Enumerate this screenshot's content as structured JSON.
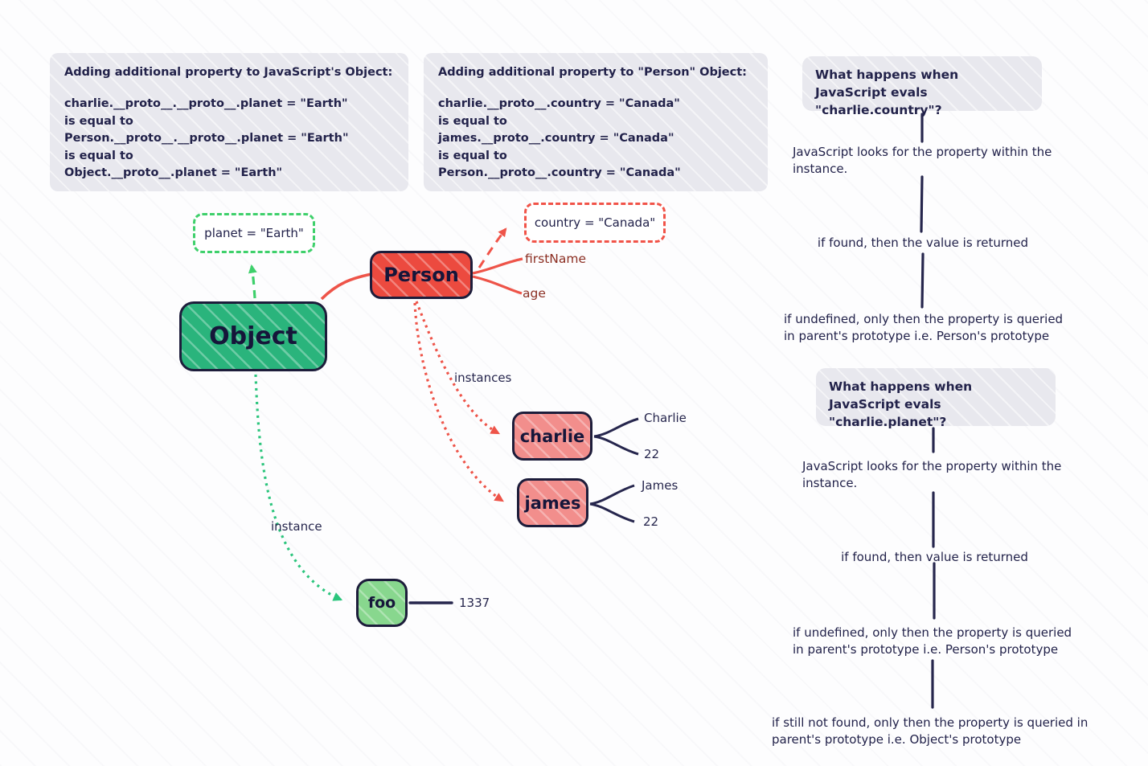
{
  "colors": {
    "navy": "#22224a",
    "note_background": "#e8e8ee",
    "object_green": "#2ab47c",
    "foo_green": "#88d78e",
    "person_red": "#ec4a3f",
    "instance_pink": "#f28e8c",
    "dashed_green": "#3ed06b",
    "dotted_green": "#2cc57d",
    "accent_red": "#ee5449",
    "maroon_label": "#8b2e22"
  },
  "notes": [
    {
      "title": "Adding additional property to JavaScript's Object:",
      "lines": [
        "charlie.__proto__.__proto__.planet = \"Earth\"",
        "is equal to",
        "Person.__proto__.__proto__.planet = \"Earth\"",
        "is equal to",
        "Object.__proto__.planet = \"Earth\""
      ]
    },
    {
      "title": "Adding additional property to \"Person\" Object:",
      "lines": [
        "charlie.__proto__.country = \"Canada\"",
        "is equal to",
        "james.__proto__.country = \"Canada\"",
        "is equal to",
        "Person.__proto__.country = \"Canada\""
      ]
    }
  ],
  "flows": [
    {
      "question": "What happens when JavaScript evals \"charlie.country\"?",
      "steps": [
        "JavaScript looks for the property within the instance.",
        "if found, then the value is returned",
        "if undefined, only then the property is queried in parent's prototype i.e. Person's prototype"
      ]
    },
    {
      "question": "What happens when JavaScript evals \"charlie.planet\"?",
      "steps": [
        "JavaScript looks for the property within the instance.",
        "if found, then value is returned",
        "if undefined, only then the property is queried in parent's prototype i.e. Person's prototype",
        "if still not found, only then the property is queried in parent's prototype i.e. Object's prototype"
      ]
    }
  ],
  "diagram": {
    "nodes": {
      "object": "Object",
      "person": "Person",
      "charlie": "charlie",
      "james": "james",
      "foo": "foo",
      "planet_prop": "planet = \"Earth\"",
      "country_prop": "country = \"Canada\""
    },
    "labels": {
      "firstName": "firstName",
      "age": "age",
      "instances": "instances",
      "instance": "instance",
      "charlie_name": "Charlie",
      "charlie_age": "22",
      "james_name": "James",
      "james_age": "22",
      "foo_value": "1337"
    }
  }
}
